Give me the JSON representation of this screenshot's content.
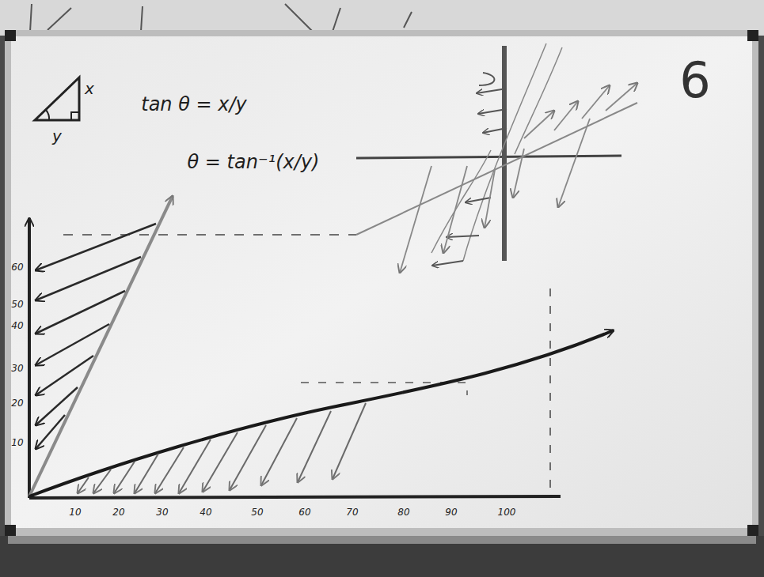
{
  "diagram": {
    "labels": [
      "x",
      "y",
      "tan θ = x/y",
      "θ = tan⁻¹(x/y)",
      "6",
      "60",
      "50",
      "40",
      "30",
      "20",
      "10",
      "10",
      "20",
      "30",
      "40",
      "50",
      "60",
      "70",
      "80",
      "90",
      "100"
    ]
  }
}
